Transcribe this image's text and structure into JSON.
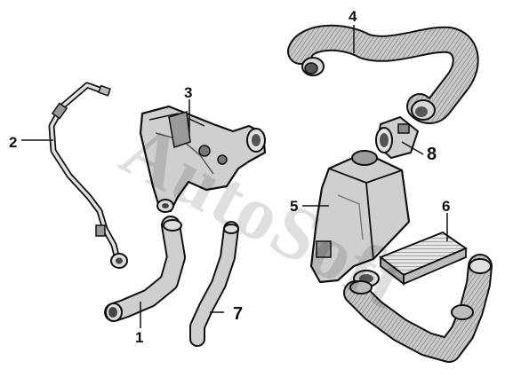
{
  "diagram": {
    "parts": [
      {
        "id": "p1",
        "label": "1",
        "name": "lower-hose"
      },
      {
        "id": "p2",
        "label": "2",
        "name": "breather-pipe"
      },
      {
        "id": "p3",
        "label": "3",
        "name": "intake-manifold"
      },
      {
        "id": "p4",
        "label": "4",
        "name": "upper-intake-hose"
      },
      {
        "id": "p5",
        "label": "5",
        "name": "air-filter-housing"
      },
      {
        "id": "p6",
        "label": "6",
        "name": "air-filter-element"
      },
      {
        "id": "p7",
        "label": "7",
        "name": "small-hose"
      },
      {
        "id": "p8",
        "label": "8",
        "name": "air-flow-meter"
      }
    ],
    "watermark": "AutoSoft"
  },
  "colors": {
    "line": "#111111",
    "fill": "#cfcfcf",
    "shade": "#8a8a8a",
    "background": "#ffffff"
  }
}
